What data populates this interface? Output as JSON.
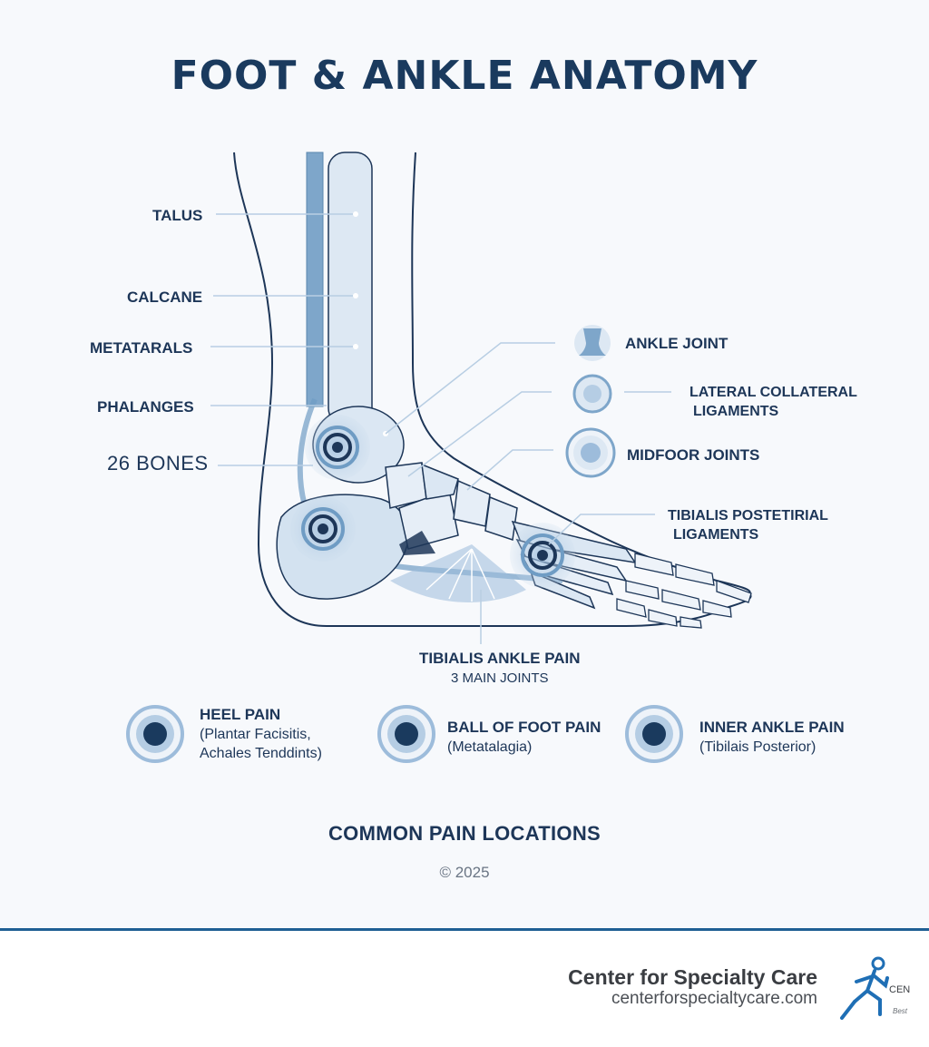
{
  "title": "FOOT & ANKLE ANATOMY",
  "left_labels": {
    "talus": "TALUS",
    "calcane": "CALCANE",
    "metatarals": "METATARALS",
    "phalanges": "PHALANGES",
    "bones": "26 BONES"
  },
  "right_labels": {
    "ankle_joint": "ANKLE JOINT",
    "lateral_line1": "LATERAL COLLATERAL",
    "lateral_line2": "LIGAMENTS",
    "midfoot": "MIDFOOR JOINTS",
    "tibialis_line1": "TIBIALIS POSTETIRIAL",
    "tibialis_line2": "LIGAMENTS"
  },
  "bottom_labels": {
    "tibialis_ankle_pain": "TIBIALIS ANKLE PAIN",
    "main_joints": "3 MAIN JOINTS"
  },
  "pain_locations": [
    {
      "title": "HEEL PAIN",
      "desc_line1": "(Plantar Facisitis,",
      "desc_line2": "Achales Tenddints)"
    },
    {
      "title": "BALL OF FOOT PAIN",
      "desc_line1": "(Metatalagia)",
      "desc_line2": ""
    },
    {
      "title": "INNER ANKLE PAIN",
      "desc_line1": "(Tibilais Posterior)",
      "desc_line2": ""
    }
  ],
  "section_title": "COMMON PAIN LOCATIONS",
  "copyright": "© 2025",
  "footer": {
    "brand": "Center for Specialty Care",
    "url": "centerforspecialtycare.com",
    "logo_text": "CEN",
    "logo_tagline": "Best"
  },
  "colors": {
    "navy": "#1a3a5e",
    "accent_blue": "#6f9cc4",
    "light_blue": "#dbe7f3",
    "footer_line": "#1f5f94"
  }
}
